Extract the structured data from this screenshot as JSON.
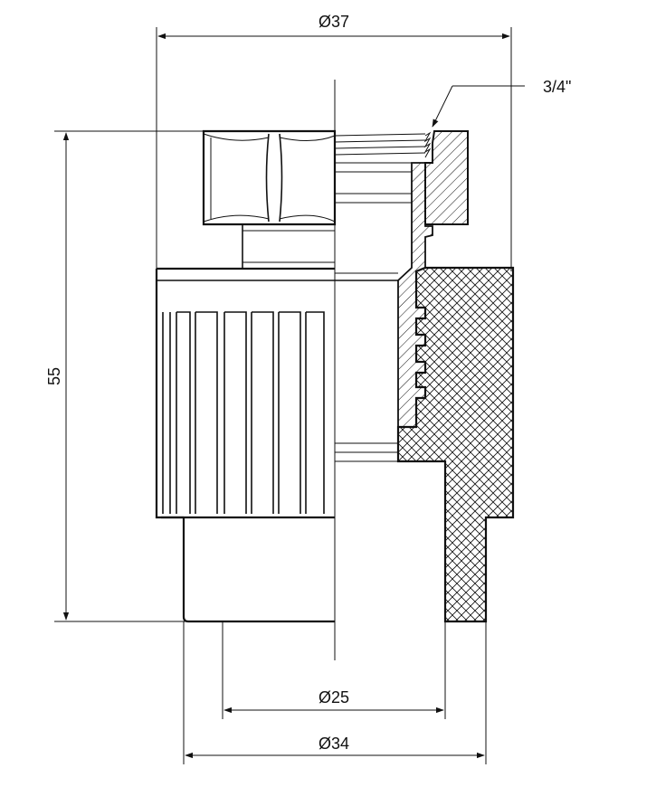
{
  "drawing": {
    "type": "technical-drawing",
    "subject": "threaded pipe fitting (half section)",
    "dimensions": {
      "top_diameter": "Ø37",
      "thread": "3/4\"",
      "height": "55",
      "inner_diameter": "Ø25",
      "bottom_diameter": "Ø34"
    },
    "colors": {
      "line": "#111111",
      "background": "#ffffff"
    }
  }
}
